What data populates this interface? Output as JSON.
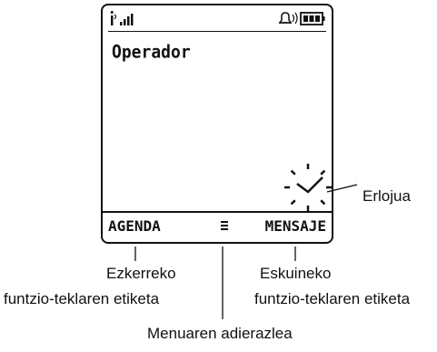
{
  "phone": {
    "status_icons": [
      "signal-strength-icon",
      "alert-volume-icon",
      "battery-icon"
    ],
    "carrier": "Operador",
    "left_softkey": "AGENDA",
    "right_softkey": "MENSAJE",
    "menu_indicator_icon": "menu-indicator-icon",
    "clock_icon": "clock-icon"
  },
  "callouts": {
    "clock": "Erlojua",
    "left_line1": "Ezkerreko",
    "left_line2": "funtzio-teklaren etiketa",
    "right_line1": "Eskuineko",
    "right_line2": "funtzio-teklaren etiketa",
    "menu": "Menuaren adierazlea"
  }
}
